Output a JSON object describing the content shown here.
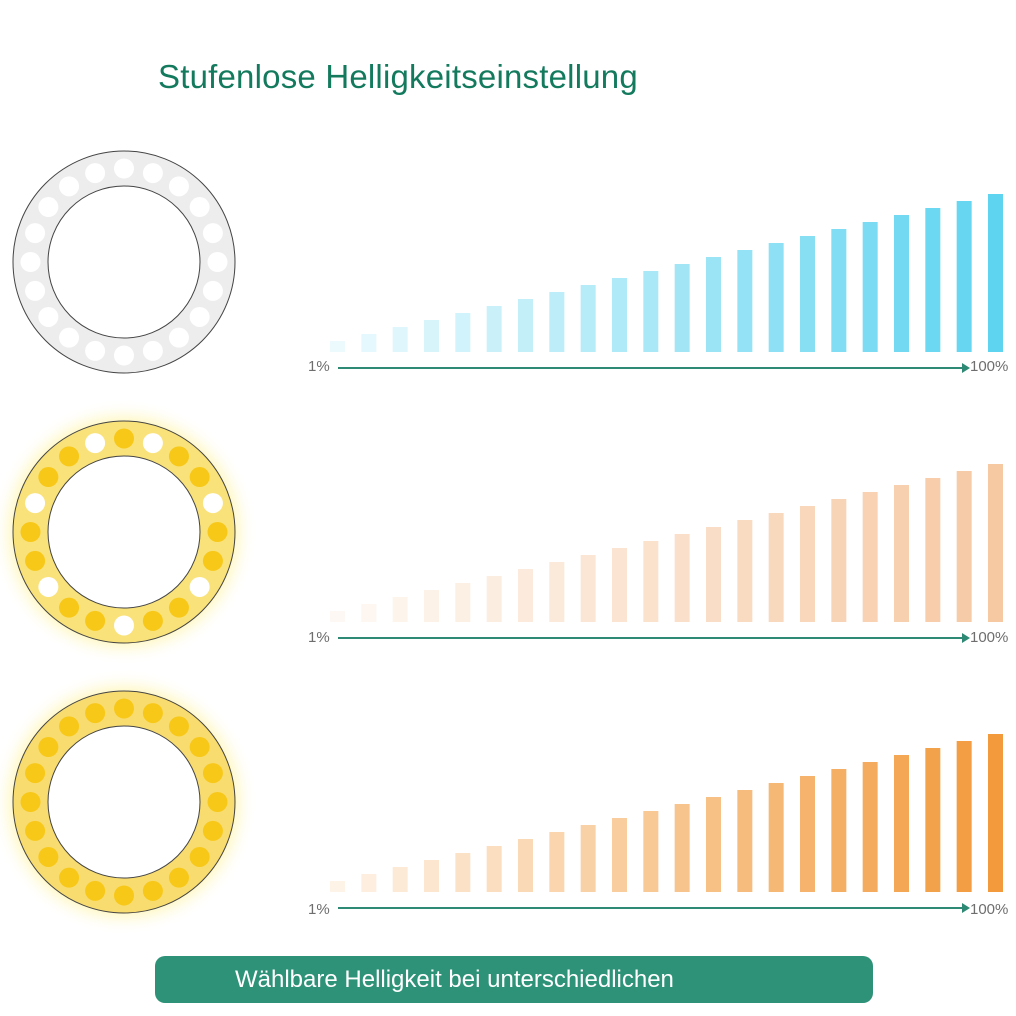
{
  "title": "Stufenlose Helligkeitseinstellung",
  "banner_text": "Wählbare Helligkeit bei unterschiedlichen",
  "rows": [
    {
      "mode": "cold-white",
      "start_label": "1%",
      "end_label": "100%",
      "bar_color": "#5fd4f0",
      "led_color": "#ffffff",
      "ring_color": "#ededed",
      "glow": false
    },
    {
      "mode": "neutral",
      "start_label": "1%",
      "end_label": "100%",
      "bar_color": "#f6c9a3",
      "led_color": "#f8c818",
      "led_alt_color": "#ffffff",
      "ring_color": "#f9e27a",
      "glow": true
    },
    {
      "mode": "warm",
      "start_label": "1%",
      "end_label": "100%",
      "bar_color": "#f29a3c",
      "led_color": "#f8c818",
      "ring_color": "#f8dc70",
      "glow": true
    }
  ],
  "arrow_color": "#2e8a74",
  "bar_count": 22
}
